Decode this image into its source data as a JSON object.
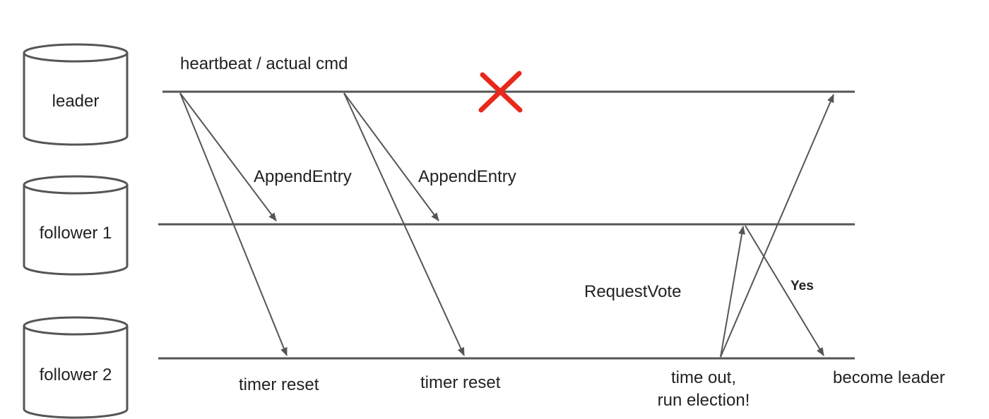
{
  "nodes": {
    "leader": "leader",
    "follower1": "follower 1",
    "follower2": "follower 2"
  },
  "labels": {
    "heartbeat": "heartbeat / actual cmd",
    "append_entry_1": "AppendEntry",
    "append_entry_2": "AppendEntry",
    "request_vote": "RequestVote",
    "yes": "Yes",
    "timer_reset_1": "timer reset",
    "timer_reset_2": "timer reset",
    "timeout_line1": "time out,",
    "timeout_line2": "run election!",
    "become_leader": "become leader"
  },
  "colors": {
    "line": "#555555",
    "failure_mark": "#e8281b",
    "text": "#222222"
  },
  "icons": {
    "node_shape": "database-cylinder-icon",
    "failure_mark": "red-cross-icon"
  }
}
